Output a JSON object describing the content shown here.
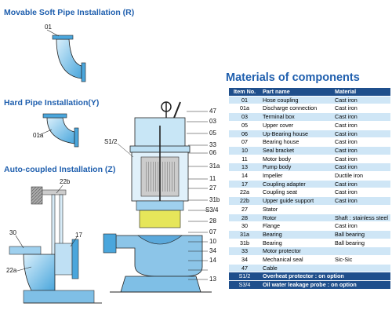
{
  "sections": {
    "movable": "Movable Soft Pipe Installation (R)",
    "hard": "Hard Pipe  Installation(Y)",
    "auto": "Auto-coupled Installation (Z)"
  },
  "left_labels": {
    "l01": "01",
    "l01a": "01a",
    "l22b": "22b",
    "l30": "30",
    "l17": "17",
    "l22a": "22a"
  },
  "pump_labels": {
    "r47": "47",
    "r03": "03",
    "r05": "05",
    "r33": "33",
    "r06": "06",
    "r31a": "31a",
    "r11": "11",
    "r27": "27",
    "r31b": "31b",
    "rS34": "S3/4",
    "r28": "28",
    "r07": "07",
    "r10": "10",
    "r34": "34",
    "r14": "14",
    "r13": "13",
    "lS12": "S1/2"
  },
  "materials": {
    "title": "Materials of components",
    "headers": [
      "Item No.",
      "Part name",
      "Material"
    ],
    "rows": [
      [
        "01",
        "Hose coupling",
        "Cast iron"
      ],
      [
        "01a",
        "Discharge connection",
        "Cast iron"
      ],
      [
        "03",
        "Terminal box",
        "Cast iron"
      ],
      [
        "05",
        "Upper cover",
        "Cast iron"
      ],
      [
        "06",
        "Up-Bearing house",
        "Cast iron"
      ],
      [
        "07",
        "Bearing house",
        "Cast iron"
      ],
      [
        "10",
        "Seal bracket",
        "Cast iron"
      ],
      [
        "11",
        "Motor body",
        "Cast iron"
      ],
      [
        "13",
        "Pump body",
        "Cast iron"
      ],
      [
        "14",
        "Impeller",
        "Ductile iron"
      ],
      [
        "17",
        "Coupling adapter",
        "Cast iron"
      ],
      [
        "22a",
        "Coupling seat",
        "Cast iron"
      ],
      [
        "22b",
        "Upper guide support",
        "Cast iron"
      ],
      [
        "27",
        "Stator",
        ""
      ],
      [
        "28",
        "Rotor",
        "Shaft : stainless steel"
      ],
      [
        "30",
        "Flange",
        "Cast iron"
      ],
      [
        "31a",
        "Bearing",
        "Ball bearing"
      ],
      [
        "31b",
        "Bearing",
        "Ball bearing"
      ],
      [
        "33",
        "Motor protector",
        ""
      ],
      [
        "34",
        "Mechanical seal",
        "Sic-Sic"
      ],
      [
        "47",
        "Cable",
        ""
      ]
    ],
    "footer": [
      [
        "S1/2",
        "Overheat protector : on option"
      ],
      [
        "S3/4",
        "Oil water leakage probe : on option"
      ]
    ]
  },
  "colors": {
    "title_blue": "#1f5fae",
    "pipe_light": "#bfe0f4",
    "pipe_dark": "#4aa6dc",
    "header_navy": "#1f4f8c"
  }
}
